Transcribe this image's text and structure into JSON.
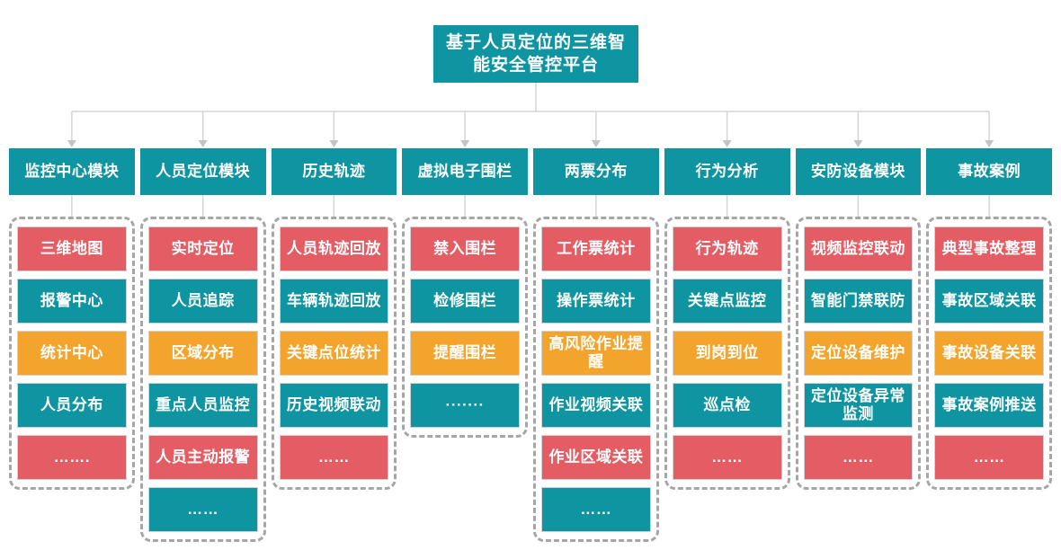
{
  "title": "基于人员定位的三维智能安全管控平台",
  "colors": {
    "teal": "#0e95a1",
    "red": "#e45d64",
    "orange": "#f3a42c",
    "connector_line": "#d4d4d4",
    "connector_arrow": "#c4c4c4",
    "dashed_border": "#a6a6a6"
  },
  "columns": [
    {
      "header": "监控中心模块",
      "items": [
        {
          "label": "三维地图",
          "color": "red"
        },
        {
          "label": "报警中心",
          "color": "teal"
        },
        {
          "label": "统计中心",
          "color": "orange"
        },
        {
          "label": "人员分布",
          "color": "teal"
        },
        {
          "label": "…….",
          "color": "red"
        }
      ]
    },
    {
      "header": "人员定位模块",
      "items": [
        {
          "label": "实时定位",
          "color": "red"
        },
        {
          "label": "人员追踪",
          "color": "teal"
        },
        {
          "label": "区域分布",
          "color": "orange"
        },
        {
          "label": "重点人员监控",
          "color": "teal"
        },
        {
          "label": "人员主动报警",
          "color": "red"
        },
        {
          "label": "……",
          "color": "teal"
        }
      ]
    },
    {
      "header": "历史轨迹",
      "items": [
        {
          "label": "人员轨迹回放",
          "color": "red"
        },
        {
          "label": "车辆轨迹回放",
          "color": "teal"
        },
        {
          "label": "关键点位统计",
          "color": "orange"
        },
        {
          "label": "历史视频联动",
          "color": "teal"
        },
        {
          "label": "……",
          "color": "red"
        }
      ]
    },
    {
      "header": "虚拟电子围栏",
      "items": [
        {
          "label": "禁入围栏",
          "color": "red"
        },
        {
          "label": "检修围栏",
          "color": "teal"
        },
        {
          "label": "提醒围栏",
          "color": "orange"
        },
        {
          "label": "·······",
          "color": "teal"
        }
      ]
    },
    {
      "header": "两票分布",
      "items": [
        {
          "label": "工作票统计",
          "color": "red"
        },
        {
          "label": "操作票统计",
          "color": "teal"
        },
        {
          "label": "高风险作业提醒",
          "color": "orange"
        },
        {
          "label": "作业视频关联",
          "color": "teal"
        },
        {
          "label": "作业区域关联",
          "color": "red"
        },
        {
          "label": "……",
          "color": "teal"
        }
      ]
    },
    {
      "header": "行为分析",
      "items": [
        {
          "label": "行为轨迹",
          "color": "red"
        },
        {
          "label": "关键点监控",
          "color": "teal"
        },
        {
          "label": "到岗到位",
          "color": "orange"
        },
        {
          "label": "巡点检",
          "color": "teal"
        },
        {
          "label": "……",
          "color": "red"
        }
      ]
    },
    {
      "header": "安防设备模块",
      "items": [
        {
          "label": "视频监控联动",
          "color": "red"
        },
        {
          "label": "智能门禁联防",
          "color": "teal"
        },
        {
          "label": "定位设备维护",
          "color": "orange"
        },
        {
          "label": "定位设备异常监测",
          "color": "teal"
        },
        {
          "label": "……",
          "color": "red"
        }
      ]
    },
    {
      "header": "事故案例",
      "items": [
        {
          "label": "典型事故整理",
          "color": "red"
        },
        {
          "label": "事故区域关联",
          "color": "teal"
        },
        {
          "label": "事故设备关联",
          "color": "orange"
        },
        {
          "label": "事故案例推送",
          "color": "teal"
        },
        {
          "label": "……",
          "color": "red"
        }
      ]
    }
  ]
}
